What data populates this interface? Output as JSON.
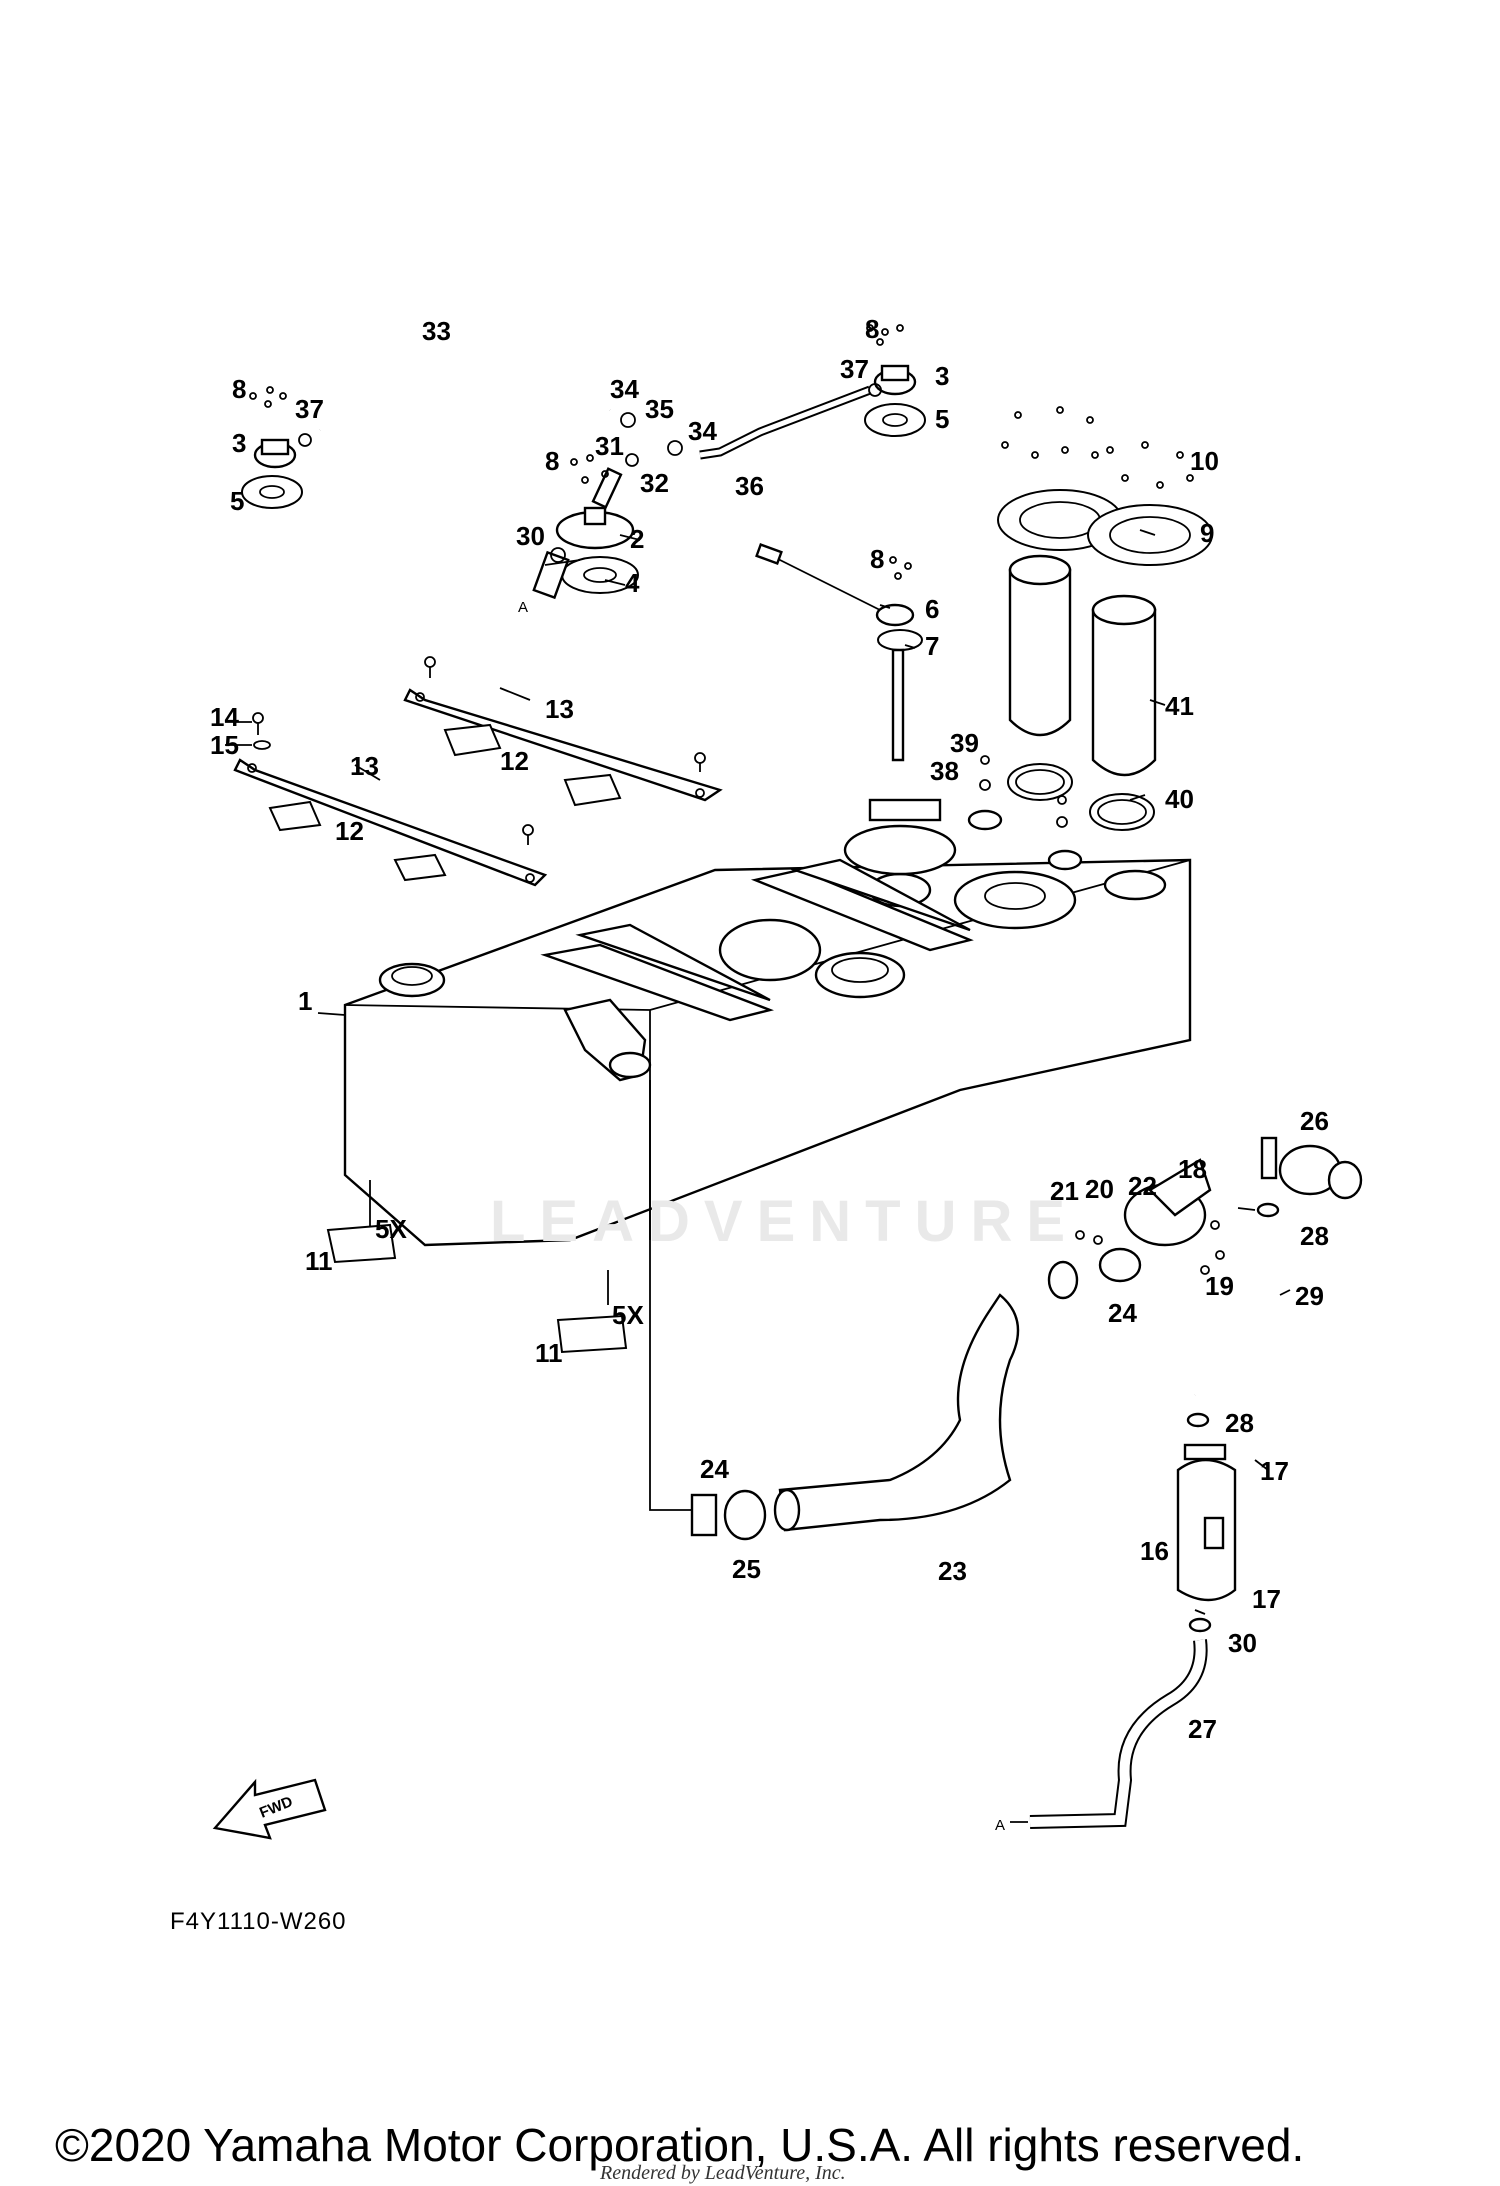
{
  "diagram": {
    "callouts": [
      {
        "id": "1",
        "text": "1"
      },
      {
        "id": "2",
        "text": "2"
      },
      {
        "id": "3a",
        "text": "3"
      },
      {
        "id": "3b",
        "text": "3"
      },
      {
        "id": "4",
        "text": "4"
      },
      {
        "id": "5a",
        "text": "5"
      },
      {
        "id": "5b",
        "text": "5"
      },
      {
        "id": "6",
        "text": "6"
      },
      {
        "id": "7",
        "text": "7"
      },
      {
        "id": "8a",
        "text": "8"
      },
      {
        "id": "8b",
        "text": "8"
      },
      {
        "id": "8c",
        "text": "8"
      },
      {
        "id": "8d",
        "text": "8"
      },
      {
        "id": "9",
        "text": "9"
      },
      {
        "id": "10",
        "text": "10"
      },
      {
        "id": "11a",
        "text": "11"
      },
      {
        "id": "11b",
        "text": "11"
      },
      {
        "id": "12a",
        "text": "12"
      },
      {
        "id": "12b",
        "text": "12"
      },
      {
        "id": "13a",
        "text": "13"
      },
      {
        "id": "13b",
        "text": "13"
      },
      {
        "id": "14",
        "text": "14"
      },
      {
        "id": "15",
        "text": "15"
      },
      {
        "id": "16",
        "text": "16"
      },
      {
        "id": "17a",
        "text": "17"
      },
      {
        "id": "17b",
        "text": "17"
      },
      {
        "id": "18",
        "text": "18"
      },
      {
        "id": "19",
        "text": "19"
      },
      {
        "id": "20",
        "text": "20"
      },
      {
        "id": "21",
        "text": "21"
      },
      {
        "id": "22",
        "text": "22"
      },
      {
        "id": "23",
        "text": "23"
      },
      {
        "id": "24a",
        "text": "24"
      },
      {
        "id": "24b",
        "text": "24"
      },
      {
        "id": "25",
        "text": "25"
      },
      {
        "id": "26",
        "text": "26"
      },
      {
        "id": "27",
        "text": "27"
      },
      {
        "id": "28a",
        "text": "28"
      },
      {
        "id": "28b",
        "text": "28"
      },
      {
        "id": "29",
        "text": "29"
      },
      {
        "id": "30a",
        "text": "30"
      },
      {
        "id": "30b",
        "text": "30"
      },
      {
        "id": "31",
        "text": "31"
      },
      {
        "id": "32",
        "text": "32"
      },
      {
        "id": "33",
        "text": "33"
      },
      {
        "id": "34a",
        "text": "34"
      },
      {
        "id": "34b",
        "text": "34"
      },
      {
        "id": "35",
        "text": "35"
      },
      {
        "id": "36",
        "text": "36"
      },
      {
        "id": "37a",
        "text": "37"
      },
      {
        "id": "37b",
        "text": "37"
      },
      {
        "id": "38",
        "text": "38"
      },
      {
        "id": "39",
        "text": "39"
      },
      {
        "id": "40",
        "text": "40"
      },
      {
        "id": "41",
        "text": "41"
      }
    ],
    "quantity_note": "5X",
    "connection_marker": "A",
    "direction_label": "FWD",
    "diagram_code": "F4Y1110-W260"
  },
  "watermark": "LEADVENTURE",
  "footer": {
    "copyright": "©2020 Yamaha Motor Corporation, U.S.A. All rights reserved.",
    "rendered_by": "Rendered by LeadVenture, Inc."
  }
}
